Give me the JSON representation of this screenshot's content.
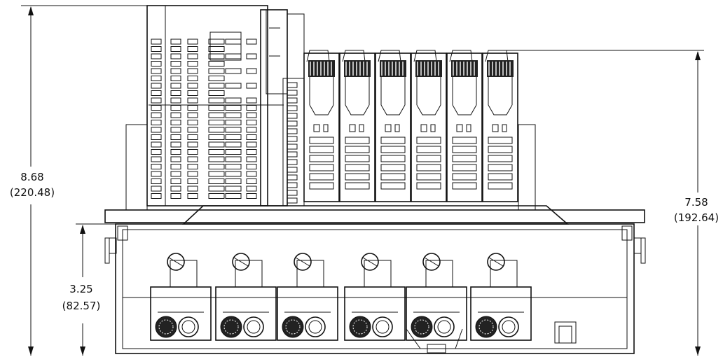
{
  "dimensions": {
    "overall_height": {
      "value": "8.68",
      "metric": "(220.48)"
    },
    "module_height": {
      "value": "7.58",
      "metric": "(192.64)"
    },
    "base_height": {
      "value": "3.25",
      "metric": "(82.57)"
    }
  },
  "io_module_count": 6,
  "terminal_count": 6
}
